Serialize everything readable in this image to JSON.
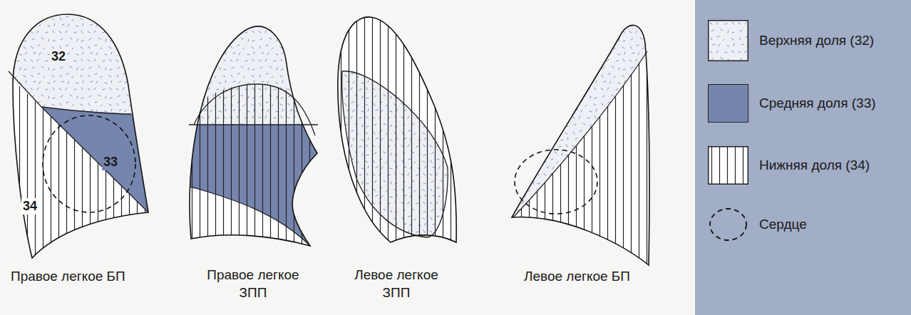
{
  "diagram": {
    "labels": [
      "32",
      "33",
      "34",
      "Правое легкое БП",
      "Правое легкое ЗПП",
      "Левое легкое ЗПП",
      "Левое легкое БП"
    ],
    "legend": [
      {
        "text": "Верхняя доля (32)"
      },
      {
        "text": "Средняя доля (33)",
        "color": "#7585ad"
      },
      {
        "text": "Нижняя доля (34)"
      },
      {
        "text": "Сердце"
      }
    ]
  }
}
